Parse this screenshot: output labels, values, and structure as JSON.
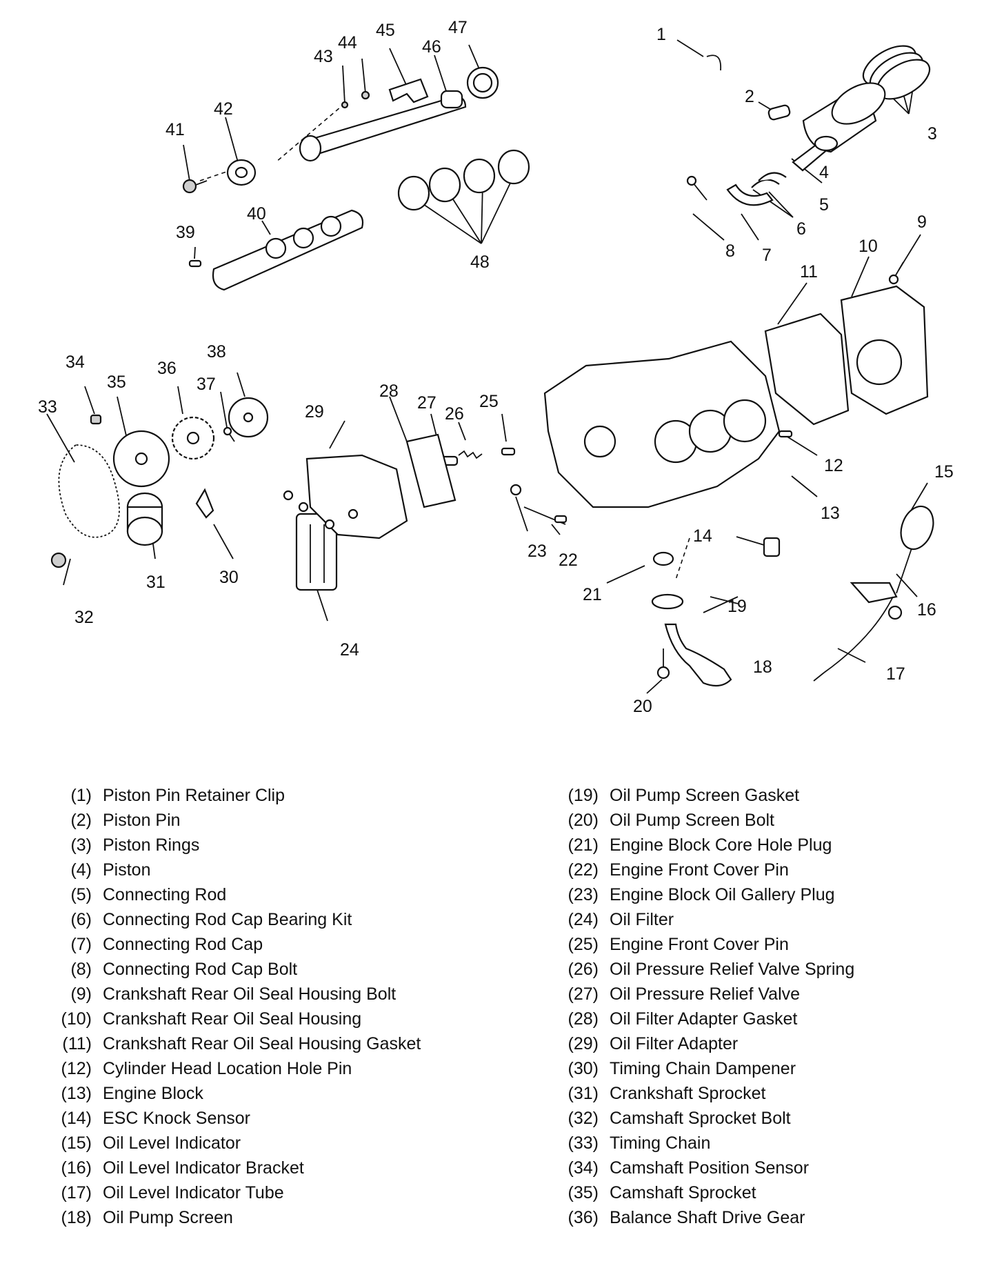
{
  "diagram": {
    "callouts": [
      "1",
      "2",
      "3",
      "4",
      "5",
      "6",
      "7",
      "8",
      "9",
      "10",
      "11",
      "12",
      "13",
      "14",
      "15",
      "16",
      "17",
      "18",
      "19",
      "20",
      "21",
      "22",
      "23",
      "24",
      "25",
      "26",
      "27",
      "28",
      "29",
      "30",
      "31",
      "32",
      "33",
      "34",
      "35",
      "36",
      "37",
      "38",
      "39",
      "40",
      "41",
      "42",
      "43",
      "44",
      "45",
      "46",
      "47",
      "48"
    ]
  },
  "legend": {
    "left": [
      {
        "num": "(1)",
        "name": "Piston Pin Retainer Clip"
      },
      {
        "num": "(2)",
        "name": "Piston Pin"
      },
      {
        "num": "(3)",
        "name": "Piston Rings"
      },
      {
        "num": "(4)",
        "name": "Piston"
      },
      {
        "num": "(5)",
        "name": "Connecting Rod"
      },
      {
        "num": "(6)",
        "name": "Connecting Rod Cap Bearing Kit"
      },
      {
        "num": "(7)",
        "name": "Connecting Rod Cap"
      },
      {
        "num": "(8)",
        "name": "Connecting Rod Cap Bolt"
      },
      {
        "num": "(9)",
        "name": "Crankshaft Rear Oil Seal Housing Bolt"
      },
      {
        "num": "(10)",
        "name": "Crankshaft Rear Oil Seal Housing"
      },
      {
        "num": "(11)",
        "name": "Crankshaft Rear Oil Seal Housing Gasket"
      },
      {
        "num": "(12)",
        "name": "Cylinder Head Location Hole Pin"
      },
      {
        "num": "(13)",
        "name": "Engine Block"
      },
      {
        "num": "(14)",
        "name": "ESC Knock Sensor"
      },
      {
        "num": "(15)",
        "name": "Oil Level Indicator"
      },
      {
        "num": "(16)",
        "name": "Oil Level Indicator Bracket"
      },
      {
        "num": "(17)",
        "name": "Oil Level Indicator Tube"
      },
      {
        "num": "(18)",
        "name": "Oil Pump Screen"
      }
    ],
    "right": [
      {
        "num": "(19)",
        "name": "Oil Pump Screen Gasket"
      },
      {
        "num": "(20)",
        "name": "Oil Pump Screen Bolt"
      },
      {
        "num": "(21)",
        "name": "Engine Block Core Hole Plug"
      },
      {
        "num": "(22)",
        "name": "Engine Front Cover Pin"
      },
      {
        "num": "(23)",
        "name": "Engine Block Oil Gallery Plug"
      },
      {
        "num": "(24)",
        "name": "Oil Filter"
      },
      {
        "num": "(25)",
        "name": "Engine Front Cover Pin"
      },
      {
        "num": "(26)",
        "name": "Oil Pressure Relief Valve Spring"
      },
      {
        "num": "(27)",
        "name": "Oil Pressure Relief Valve"
      },
      {
        "num": "(28)",
        "name": "Oil Filter Adapter Gasket"
      },
      {
        "num": "(29)",
        "name": "Oil Filter Adapter"
      },
      {
        "num": "(30)",
        "name": "Timing Chain Dampener"
      },
      {
        "num": "(31)",
        "name": "Crankshaft Sprocket"
      },
      {
        "num": "(32)",
        "name": "Camshaft Sprocket Bolt"
      },
      {
        "num": "(33)",
        "name": "Timing Chain"
      },
      {
        "num": "(34)",
        "name": "Camshaft Position Sensor"
      },
      {
        "num": "(35)",
        "name": "Camshaft Sprocket"
      },
      {
        "num": "(36)",
        "name": "Balance Shaft Drive Gear"
      }
    ]
  }
}
